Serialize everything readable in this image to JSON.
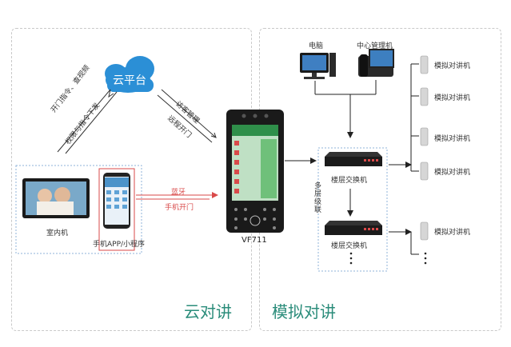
{
  "cloud": {
    "label": "云平台"
  },
  "edges": {
    "down_left_1": "开门指令、查视频",
    "down_left_2": "权限与指令下发",
    "right_1": "访客管理",
    "right_2": "远程开门",
    "bt_top": "蓝牙",
    "bt_bottom": "手机开门"
  },
  "devices": {
    "indoor": "室内机",
    "phone": "手机APP/小程序",
    "vf": "VF711",
    "pc": "电脑",
    "mgmt": "中心管理机",
    "switch1": "楼层交换机",
    "switch2": "楼层交换机",
    "cascade": "多层级联",
    "intercom": [
      "模拟对讲机",
      "模拟对讲机",
      "模拟对讲机",
      "模拟对讲机",
      "模拟对讲机"
    ]
  },
  "sections": {
    "left": "云对讲",
    "right": "模拟对讲"
  },
  "colors": {
    "accent": "#2a8c7a",
    "cloud": "#2b8fd6",
    "red": "#d94a4a"
  }
}
